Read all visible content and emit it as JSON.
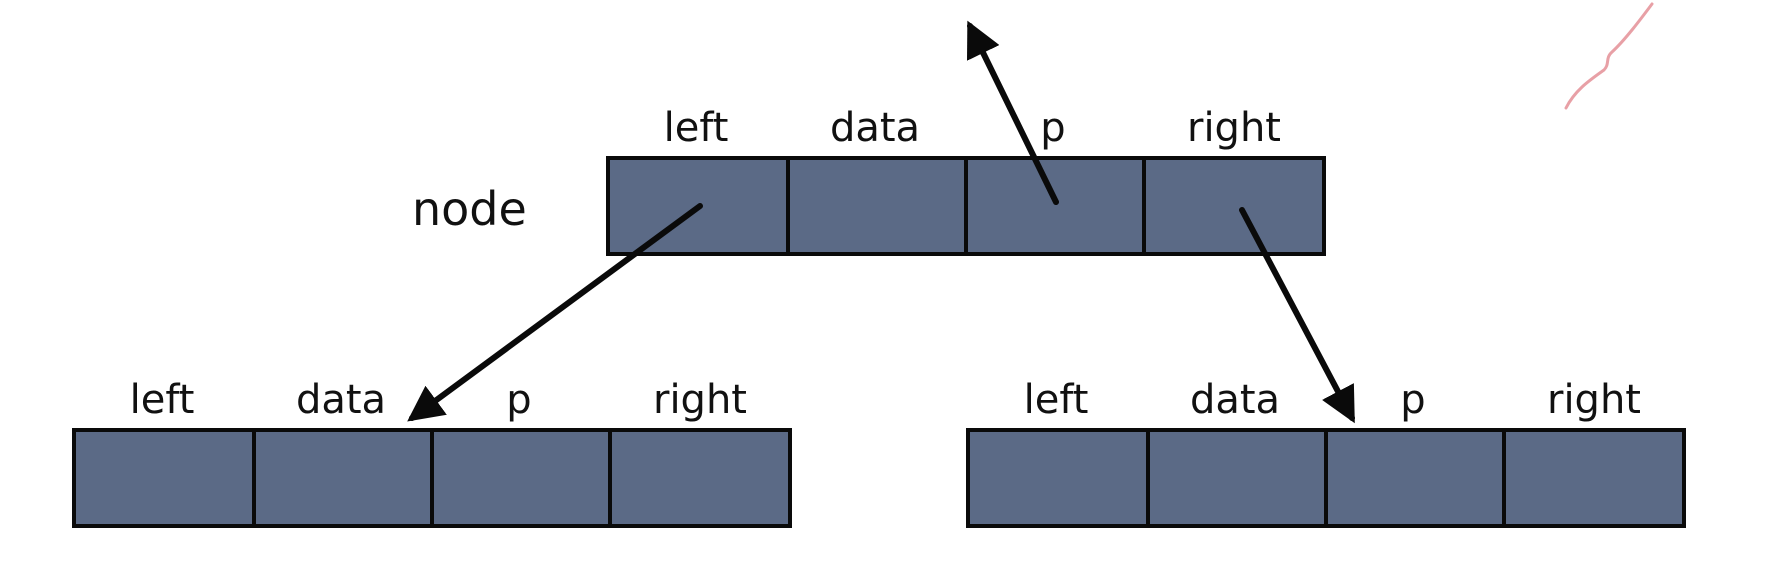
{
  "node_label": "node",
  "field_labels": [
    "left",
    "data",
    "p",
    "right"
  ],
  "colors": {
    "cell_fill": "#5b6a86",
    "cell_border": "#0a0a0a",
    "arrow": "#0a0a0a",
    "pen_mark": "#e8a0a6"
  }
}
